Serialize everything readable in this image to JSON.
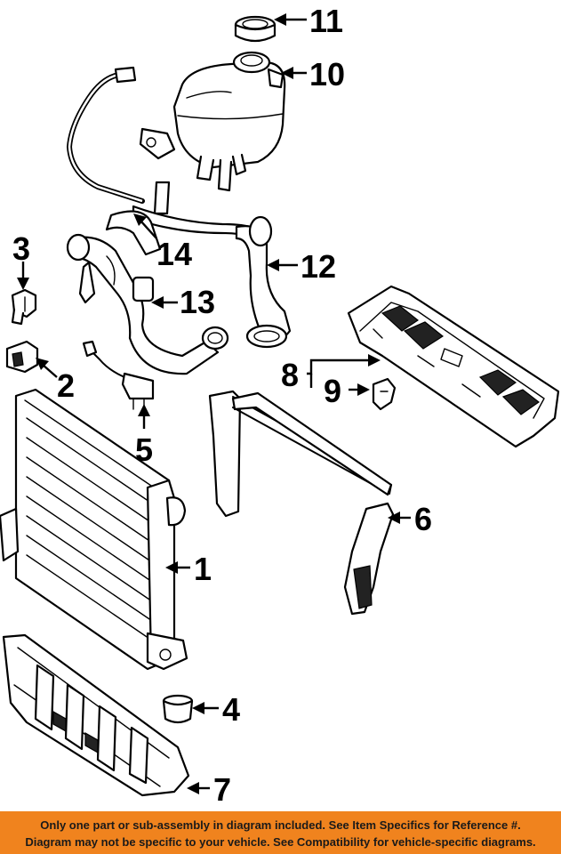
{
  "diagram": {
    "callouts": [
      "11",
      "10",
      "14",
      "12",
      "3",
      "13",
      "2",
      "8",
      "9",
      "5",
      "6",
      "1",
      "4",
      "7"
    ]
  },
  "footer": {
    "background_color": "#f0831e",
    "line1": "Only one part or sub-assembly in diagram included. See Item Specifics for Reference #.",
    "line2": "Diagram may not be specific to your vehicle. See Compatibility for vehicle-specific diagrams."
  }
}
